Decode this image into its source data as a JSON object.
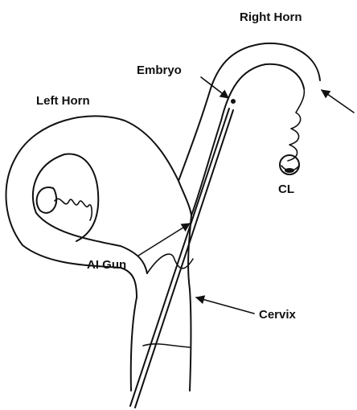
{
  "labels": {
    "right_horn": "Right Horn",
    "left_horn": "Left Horn",
    "embryo": "Embryo",
    "cl": "CL",
    "ai_gun": "AI Gun",
    "cervix": "Cervix"
  },
  "colors": {
    "ink": "#111111",
    "background": "#ffffff"
  }
}
